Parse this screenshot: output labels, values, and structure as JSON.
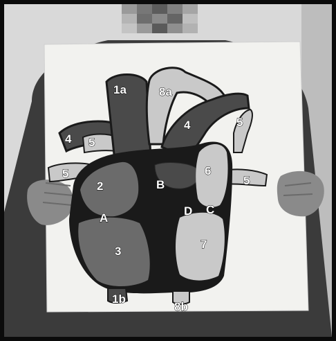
{
  "image": {
    "subject": "person holding a board with a heart diagram",
    "face_obscured": true
  },
  "diagram_labels": [
    "1a",
    "8a",
    "4",
    "5",
    "4",
    "5",
    "5",
    "2",
    "B",
    "6",
    "5",
    "A",
    "D",
    "C",
    "3",
    "7",
    "1b",
    "8b"
  ],
  "colors": {
    "background_wall": "#d9d9d9",
    "board": "#f2f2ef",
    "outline": "#1a1a1a",
    "dark_fill": "#4a4a4a",
    "mid_fill": "#6b6b6b",
    "light_fill": "#c9c9c9",
    "shirt": "#3b3b3b",
    "skin": "#8a8a8a"
  }
}
